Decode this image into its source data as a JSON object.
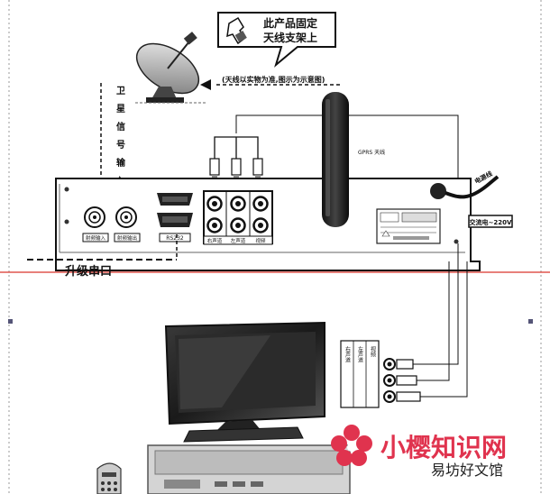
{
  "callout": {
    "line1": "此产品固定",
    "line2": "天线支架上"
  },
  "antenna_note": "(天线以实物为准,图示为示意图)",
  "satellite_input": [
    "卫",
    "星",
    "信",
    "号",
    "输",
    "入"
  ],
  "gprs_label": "GPRS 天线",
  "power_cord_label": "电源线",
  "power_spec": "交流电~220V",
  "port_labels": {
    "rf1": "射频输入",
    "rf2": "射频输出",
    "serial": "RS232",
    "av_left": "右声道",
    "av_mid": "左声道",
    "av_right": "视频"
  },
  "upgrade_port": "升级串口",
  "tv_inputs": {
    "a": "右声道",
    "b": "左声道",
    "c": "视频"
  },
  "watermark": {
    "line1": "小樱知识网",
    "line2": "易坊好文馆"
  },
  "colors": {
    "line": "#111111",
    "red_guide": "#d9342b",
    "watermark": "#e0334e"
  }
}
